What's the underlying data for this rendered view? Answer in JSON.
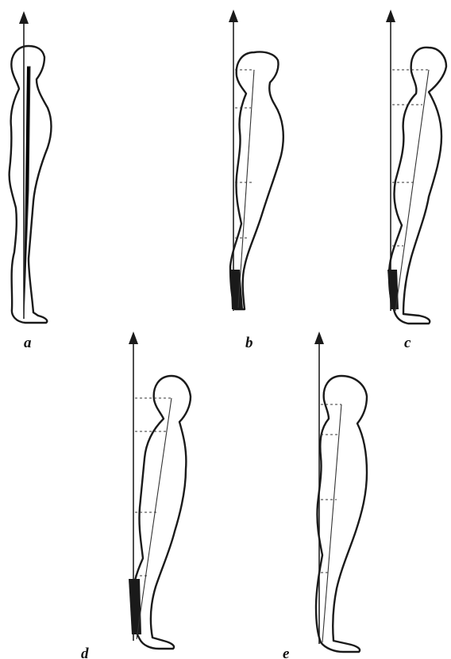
{
  "figure": {
    "panels": [
      {
        "id": "a",
        "label": "a"
      },
      {
        "id": "b",
        "label": "b"
      },
      {
        "id": "c",
        "label": "c"
      },
      {
        "id": "d",
        "label": "d"
      },
      {
        "id": "e",
        "label": "e"
      }
    ]
  },
  "colors": {
    "ink": "#1a1a1a",
    "background": "#ffffff"
  }
}
